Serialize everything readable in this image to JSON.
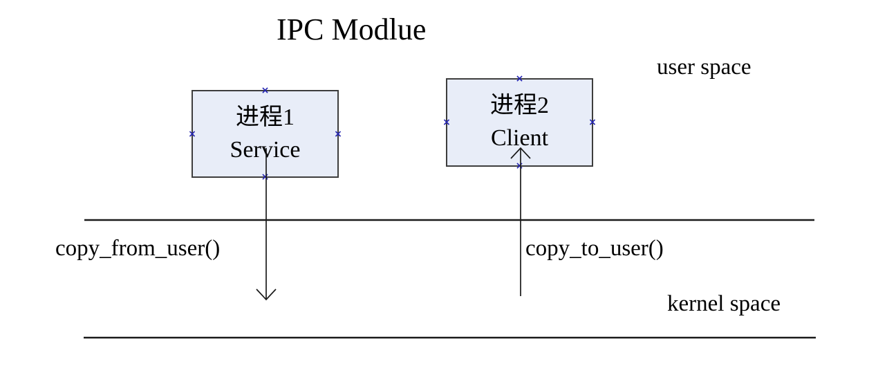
{
  "diagram": {
    "title": "IPC Modlue",
    "labels": {
      "user_space": "user space",
      "kernel_space": "kernel space",
      "copy_from_user": "copy_from_user()",
      "copy_to_user": "copy_to_user()"
    },
    "nodes": [
      {
        "id": "process1",
        "line1": "进程1",
        "line2": "Service"
      },
      {
        "id": "process2",
        "line1": "进程2",
        "line2": "Client"
      }
    ],
    "arrows": [
      {
        "name": "copy-from-user-arrow",
        "from": "process1",
        "to": "kernel-space",
        "direction": "down"
      },
      {
        "name": "copy-to-user-arrow",
        "from": "kernel-space",
        "to": "process2",
        "direction": "up"
      }
    ],
    "icons": {
      "handle_glyph": "×"
    },
    "colors": {
      "node_fill": "#e8edf8",
      "node_border": "#3d3d3d",
      "line": "#1a1a1a",
      "selection_handle": "#2323b0",
      "text": "#000000"
    }
  }
}
